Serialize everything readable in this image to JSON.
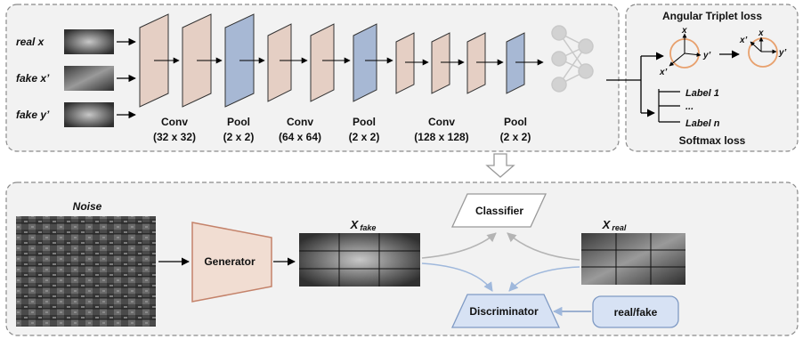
{
  "cnn": {
    "inputs": [
      "real x",
      "fake x’",
      "fake y’"
    ],
    "layers": [
      {
        "name": "Conv",
        "size": "(32 x 32)"
      },
      {
        "name": "Pool",
        "size": "(2 x 2)"
      },
      {
        "name": "Conv",
        "size": "(64 x 64)"
      },
      {
        "name": "Pool",
        "size": "(2 x 2)"
      },
      {
        "name": "Conv",
        "size": "(128 x 128)"
      },
      {
        "name": "Pool",
        "size": "(2 x 2)"
      }
    ]
  },
  "loss": {
    "title": "Angular Triplet loss",
    "triplet_axes": {
      "x": "x",
      "y": "y’",
      "x2": "x’"
    },
    "labels": [
      "Label 1",
      "...",
      "Label n"
    ],
    "softmax": "Softmax loss"
  },
  "gan": {
    "noise": "Noise",
    "generator": "Generator",
    "x_fake": {
      "base": "X",
      "sub": "fake"
    },
    "x_real": {
      "base": "X",
      "sub": "real"
    },
    "classifier": "Classifier",
    "discriminator": "Discriminator",
    "realfake": "real/fake"
  },
  "colors": {
    "conv": "#e5cfc4",
    "pool": "#a7b8d4",
    "generator": "#f1ddd2",
    "generator_stroke": "#c4826a",
    "discriminator": "#d7e2f4",
    "orange": "#e8a16e",
    "blue_arrow": "#9fb8dc",
    "gray_arrow": "#b4b4b4",
    "panel_fill": "#f2f2f2"
  }
}
